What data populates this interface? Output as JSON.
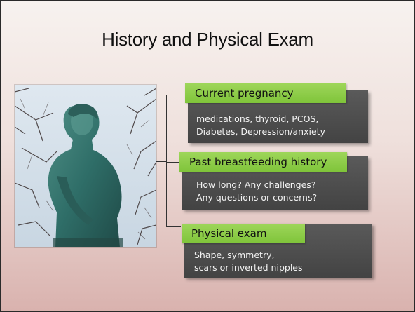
{
  "slide": {
    "title": "History and Physical Exam"
  },
  "photo": {
    "icon": "statue-photo"
  },
  "sections": [
    {
      "heading": "Current pregnancy",
      "lines": [
        "medications, thyroid, PCOS,",
        "Diabetes, Depression/anxiety"
      ]
    },
    {
      "heading": "Past breastfeeding history",
      "lines": [
        "How long?  Any challenges?",
        "Any questions or concerns?"
      ]
    },
    {
      "heading": "Physical exam",
      "lines": [
        "Shape, symmetry,",
        "scars or inverted nipples"
      ]
    }
  ],
  "colors": {
    "tab_green": "#8fce4a",
    "box_dark": "#4d4d4d"
  }
}
